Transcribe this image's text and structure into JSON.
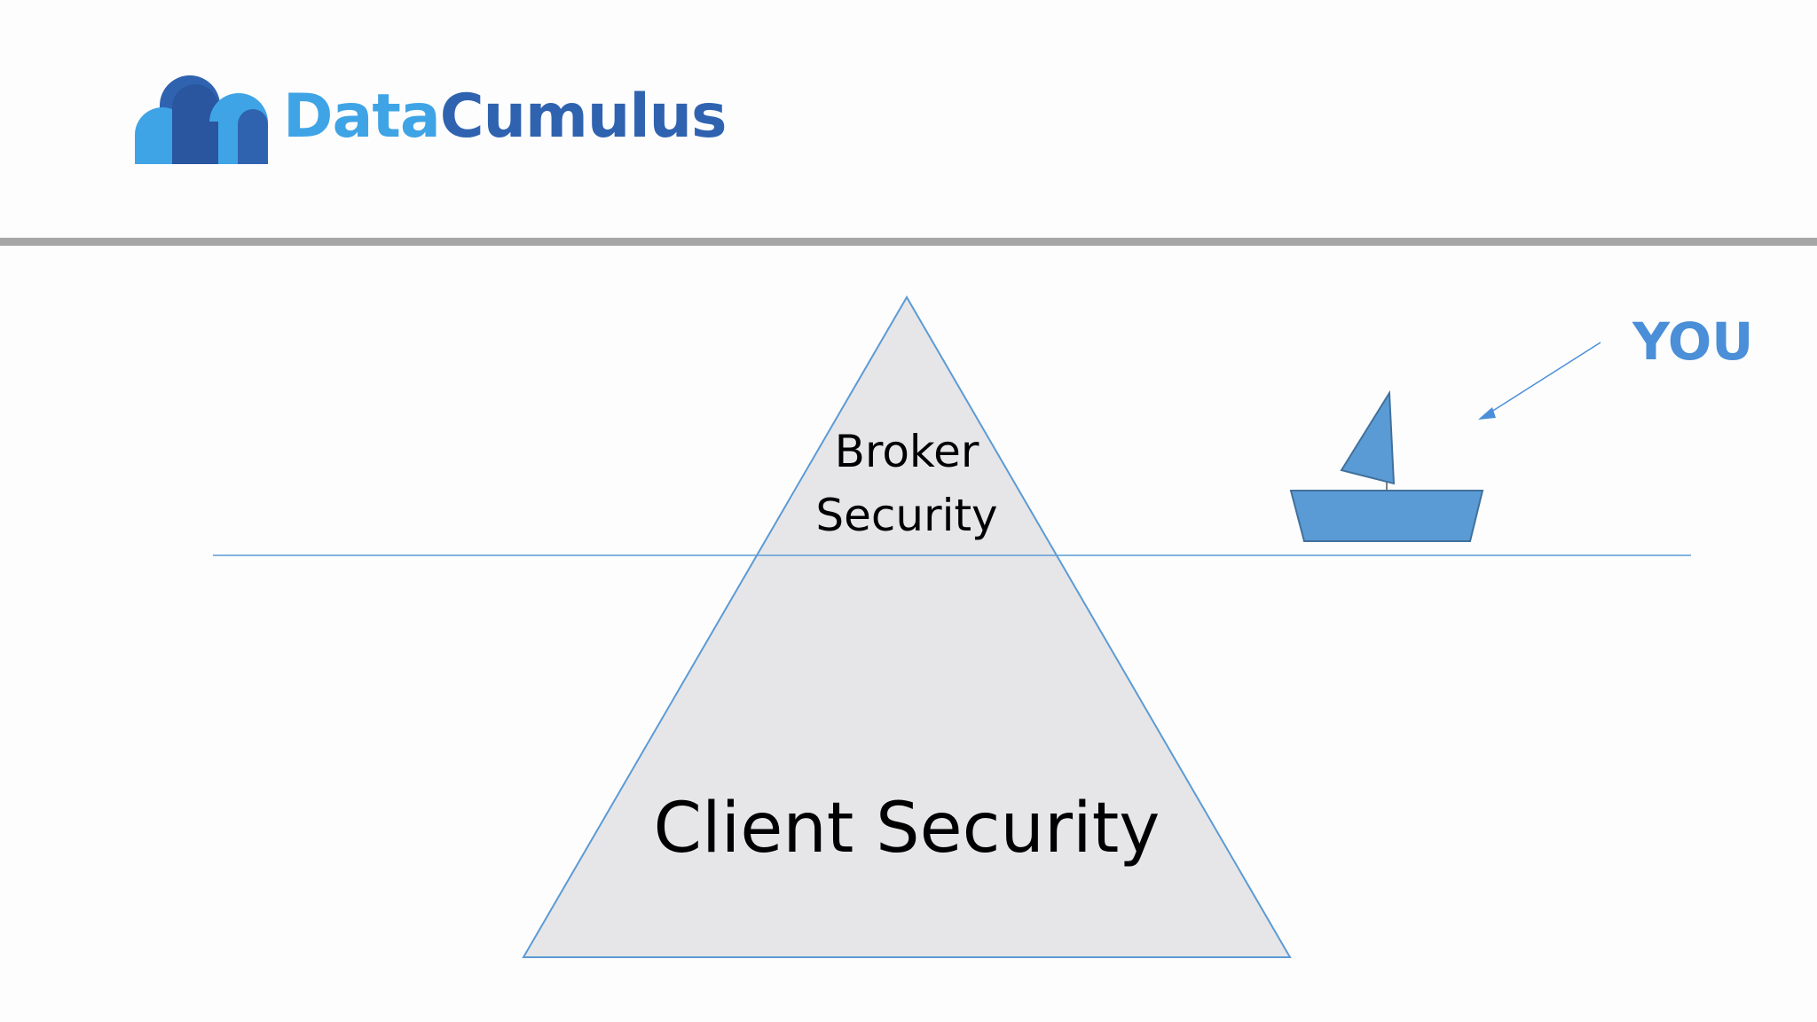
{
  "brand": {
    "part1": "Data",
    "part2": "Cumulus",
    "colors": {
      "part1": "#3fa4e6",
      "part2": "#2f63b0"
    }
  },
  "diagram": {
    "top_label_line1": "Broker",
    "top_label_line2": "Security",
    "bottom_label": "Client Security",
    "pointer_label": "YOU",
    "colors": {
      "pyramid_fill": "#e6e6e8",
      "pyramid_stroke": "#5b9bd5",
      "waterline": "#5b9bd5",
      "boat": "#5b9bd5",
      "pointer": "#4a8fd8"
    },
    "icons": [
      "cloud-logo-icon",
      "boat-icon",
      "arrow-icon"
    ]
  }
}
